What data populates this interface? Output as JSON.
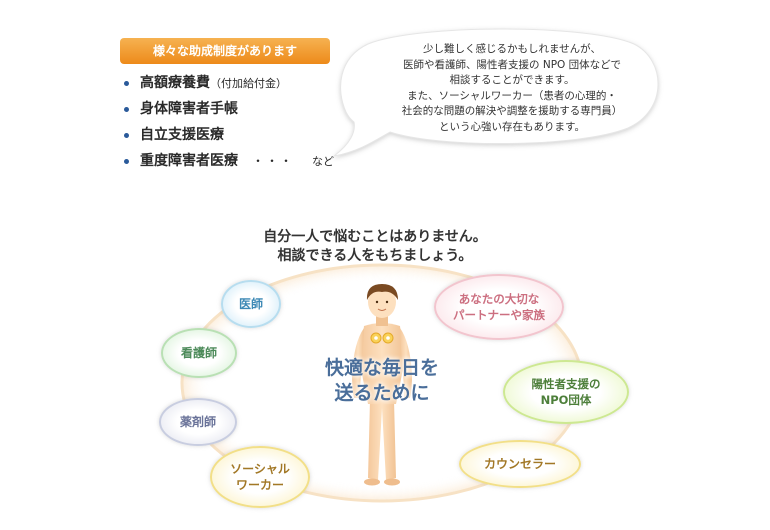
{
  "support": {
    "header": "様々な助成制度があります",
    "items": [
      {
        "label": "高額療養費",
        "note": "（付加給付金）"
      },
      {
        "label": "身体障害者手帳"
      },
      {
        "label": "自立支援医療"
      },
      {
        "label": "重度障害者医療",
        "dots": "・・・",
        "etc": "など"
      }
    ]
  },
  "bubble": {
    "lines": [
      "少し難しく感じるかもしれませんが、",
      "医師や看護師、陽性者支援の NPO 団体などで",
      "相談することができます。",
      "また、ソーシャルワーカー（患者の心理的・",
      "社会的な問題の解決や調整を援助する専門員）",
      "という心強い存在もあります。"
    ]
  },
  "network": {
    "title_lines": [
      "自分一人で悩むことはありません。",
      "相談できる人をもちましょう。"
    ],
    "center_lines": [
      "快適な毎日を",
      "送るために"
    ],
    "nodes": {
      "doctor": [
        "医師"
      ],
      "nurse": [
        "看護師"
      ],
      "pharmacist": [
        "薬剤師"
      ],
      "social_worker": [
        "ソーシャル",
        "ワーカー"
      ],
      "partner": [
        "あなたの大切な",
        "パートナーや家族"
      ],
      "npo": [
        "陽性者支援の",
        "NPO団体"
      ],
      "counselor": [
        "カウンセラー"
      ]
    }
  },
  "colors": {
    "header_orange": "#ed8a1a",
    "ring": "#f8e5c8",
    "center_text": "#4a6e9a"
  }
}
